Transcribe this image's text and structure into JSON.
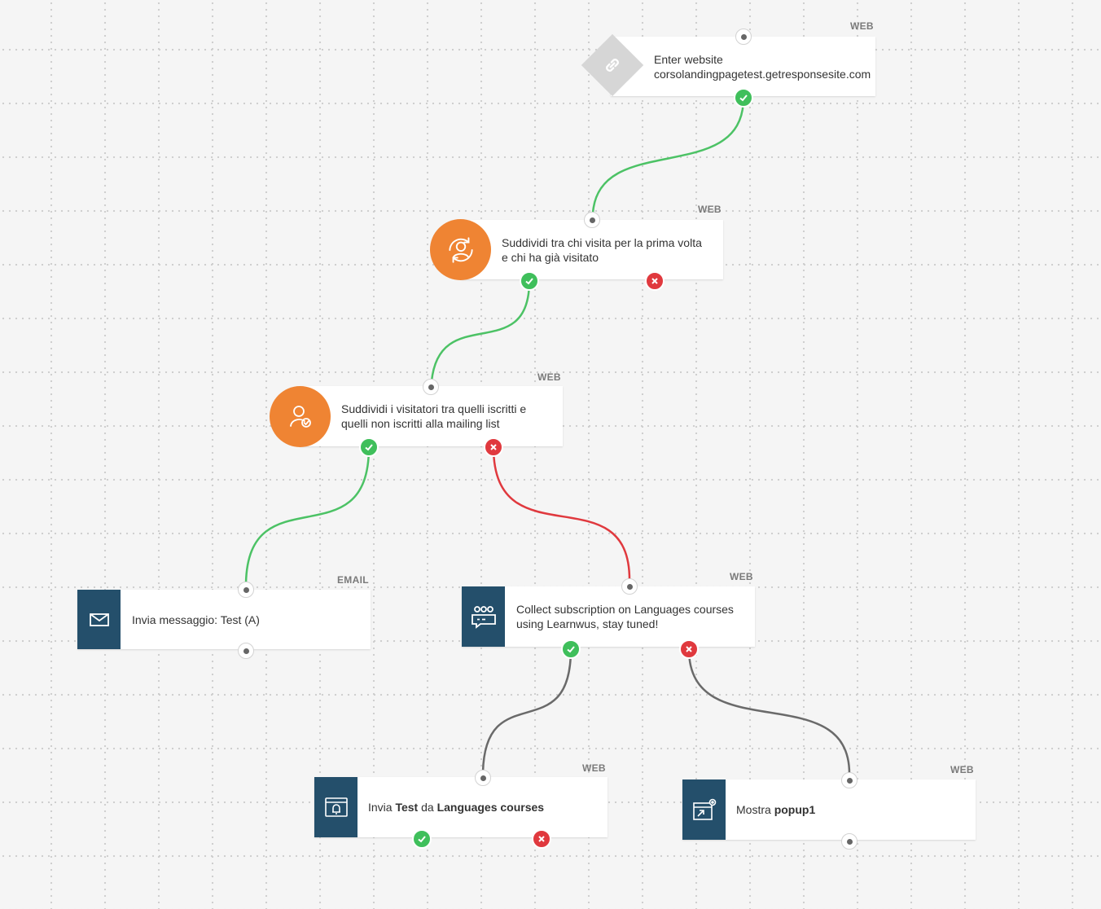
{
  "nodes": {
    "enter_website": {
      "tag": "WEB",
      "line1": "Enter website",
      "line2": "corsolandingpagetest.getresponsesite.com"
    },
    "split_visits": {
      "tag": "WEB",
      "line1": "Suddividi tra chi visita per la prima volta",
      "line2": "e chi ha già visitato"
    },
    "split_subscribers": {
      "tag": "WEB",
      "line1": "Suddividi i visitatori tra quelli iscritti e",
      "line2": "quelli non iscritti alla mailing list"
    },
    "send_message": {
      "tag": "EMAIL",
      "text": "Invia messaggio: Test (A)"
    },
    "collect_subscription": {
      "tag": "WEB",
      "line1": "Collect subscription on Languages courses",
      "line2": "using Learnwus, stay tuned!"
    },
    "send_push": {
      "tag": "WEB",
      "prefix": "Invia ",
      "bold1": "Test",
      "middle": " da ",
      "bold2": "Languages courses"
    },
    "show_popup": {
      "tag": "WEB",
      "prefix": "Mostra ",
      "bold": "popup1"
    }
  },
  "icons": {
    "enter_website": "link-icon",
    "split_visits": "returning-visitor-icon",
    "split_subscribers": "subscriber-check-icon",
    "send_message": "envelope-icon",
    "collect_subscription": "chat-form-icon",
    "send_push": "browser-bell-icon",
    "show_popup": "popup-window-icon"
  },
  "colors": {
    "orange": "#ef8433",
    "navy": "#244f6b",
    "green": "#3fbf5b",
    "red": "#e0393e",
    "gray_wire": "#666666",
    "diamond": "#d6d6d6"
  }
}
